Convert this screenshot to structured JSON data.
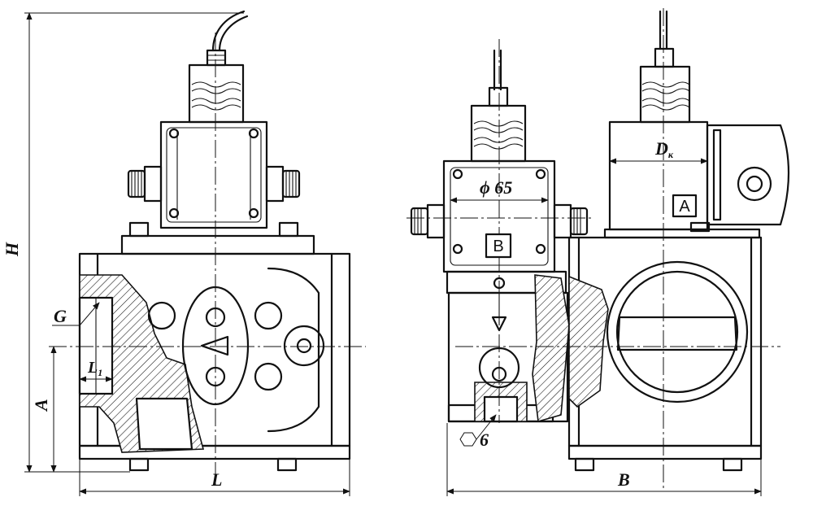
{
  "dimensions": {
    "H": "H",
    "A": "A",
    "G": "G",
    "L1": "L",
    "L1_sub": "1",
    "L": "L",
    "B": "B",
    "Dk": "D",
    "Dk_sub": "к",
    "phi65": "ϕ 65",
    "hex6": "6"
  },
  "markers": {
    "A_box": "A",
    "B_box": "B"
  }
}
